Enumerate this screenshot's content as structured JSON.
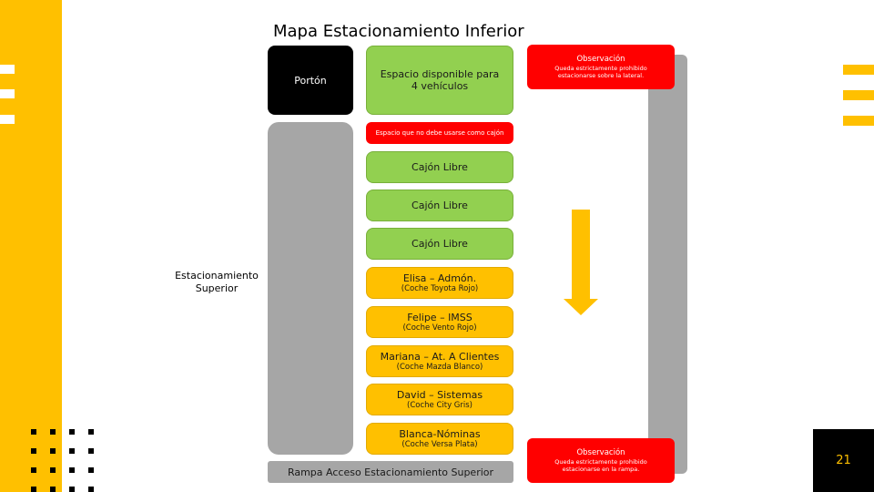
{
  "title": "Mapa Estacionamiento Inferior",
  "porton": "Portón",
  "espacio_disponible": "Espacio disponible para 4 vehículos",
  "espacio_no_cajon": "Espacio que no debe usarse como cajón",
  "observacion_top": {
    "title": "Observación",
    "body": "Queda estrictamente prohibido estacionarse sobre la lateral."
  },
  "observacion_bottom": {
    "title": "Observación",
    "body": "Queda estrictamente prohibido estacionarse en la rampa."
  },
  "cajones_libres": [
    "Cajón Libre",
    "Cajón Libre",
    "Cajón Libre"
  ],
  "asignados": [
    {
      "name": "Elisa – Admón.",
      "car": "(Coche Toyota Rojo)"
    },
    {
      "name": "Felipe – IMSS",
      "car": "(Coche Vento Rojo)"
    },
    {
      "name": "Mariana – At. A Clientes",
      "car": "(Coche Mazda Blanco)"
    },
    {
      "name": "David – Sistemas",
      "car": "(Coche City Gris)"
    },
    {
      "name": "Blanca-Nóminas",
      "car": "(Coche Versa Plata)"
    }
  ],
  "estacionamiento_superior": "Estacionamiento Superior",
  "rampa": "Rampa Acceso Estacionamiento Superior",
  "page_number": "21",
  "colors": {
    "accent": "#FFC000",
    "green": "#92D050",
    "red": "#FF0000",
    "gray": "#A6A6A6",
    "black": "#000000"
  },
  "icons": [
    "down-arrow-icon"
  ]
}
